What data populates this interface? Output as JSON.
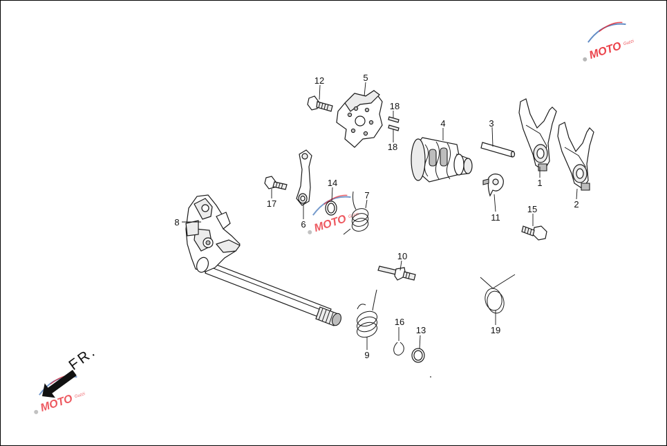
{
  "diagram": {
    "direction_label": "FR.",
    "watermark": {
      "text": "MOTO",
      "subtext": "Guzzi",
      "colors": {
        "red": "#e8222b",
        "blue": "#3b6fb6",
        "gray": "#9a9a9a"
      }
    },
    "callouts": [
      {
        "id": "1",
        "label": "1"
      },
      {
        "id": "2",
        "label": "2"
      },
      {
        "id": "3",
        "label": "3"
      },
      {
        "id": "4",
        "label": "4"
      },
      {
        "id": "5",
        "label": "5"
      },
      {
        "id": "6",
        "label": "6"
      },
      {
        "id": "7",
        "label": "7"
      },
      {
        "id": "8",
        "label": "8"
      },
      {
        "id": "9",
        "label": "9"
      },
      {
        "id": "10",
        "label": "10"
      },
      {
        "id": "11",
        "label": "11"
      },
      {
        "id": "12",
        "label": "12"
      },
      {
        "id": "13",
        "label": "13"
      },
      {
        "id": "14",
        "label": "14"
      },
      {
        "id": "15",
        "label": "15"
      },
      {
        "id": "16",
        "label": "16"
      },
      {
        "id": "17",
        "label": "17"
      },
      {
        "id": "18a",
        "label": "18"
      },
      {
        "id": "18b",
        "label": "18"
      },
      {
        "id": "19",
        "label": "19"
      }
    ]
  }
}
